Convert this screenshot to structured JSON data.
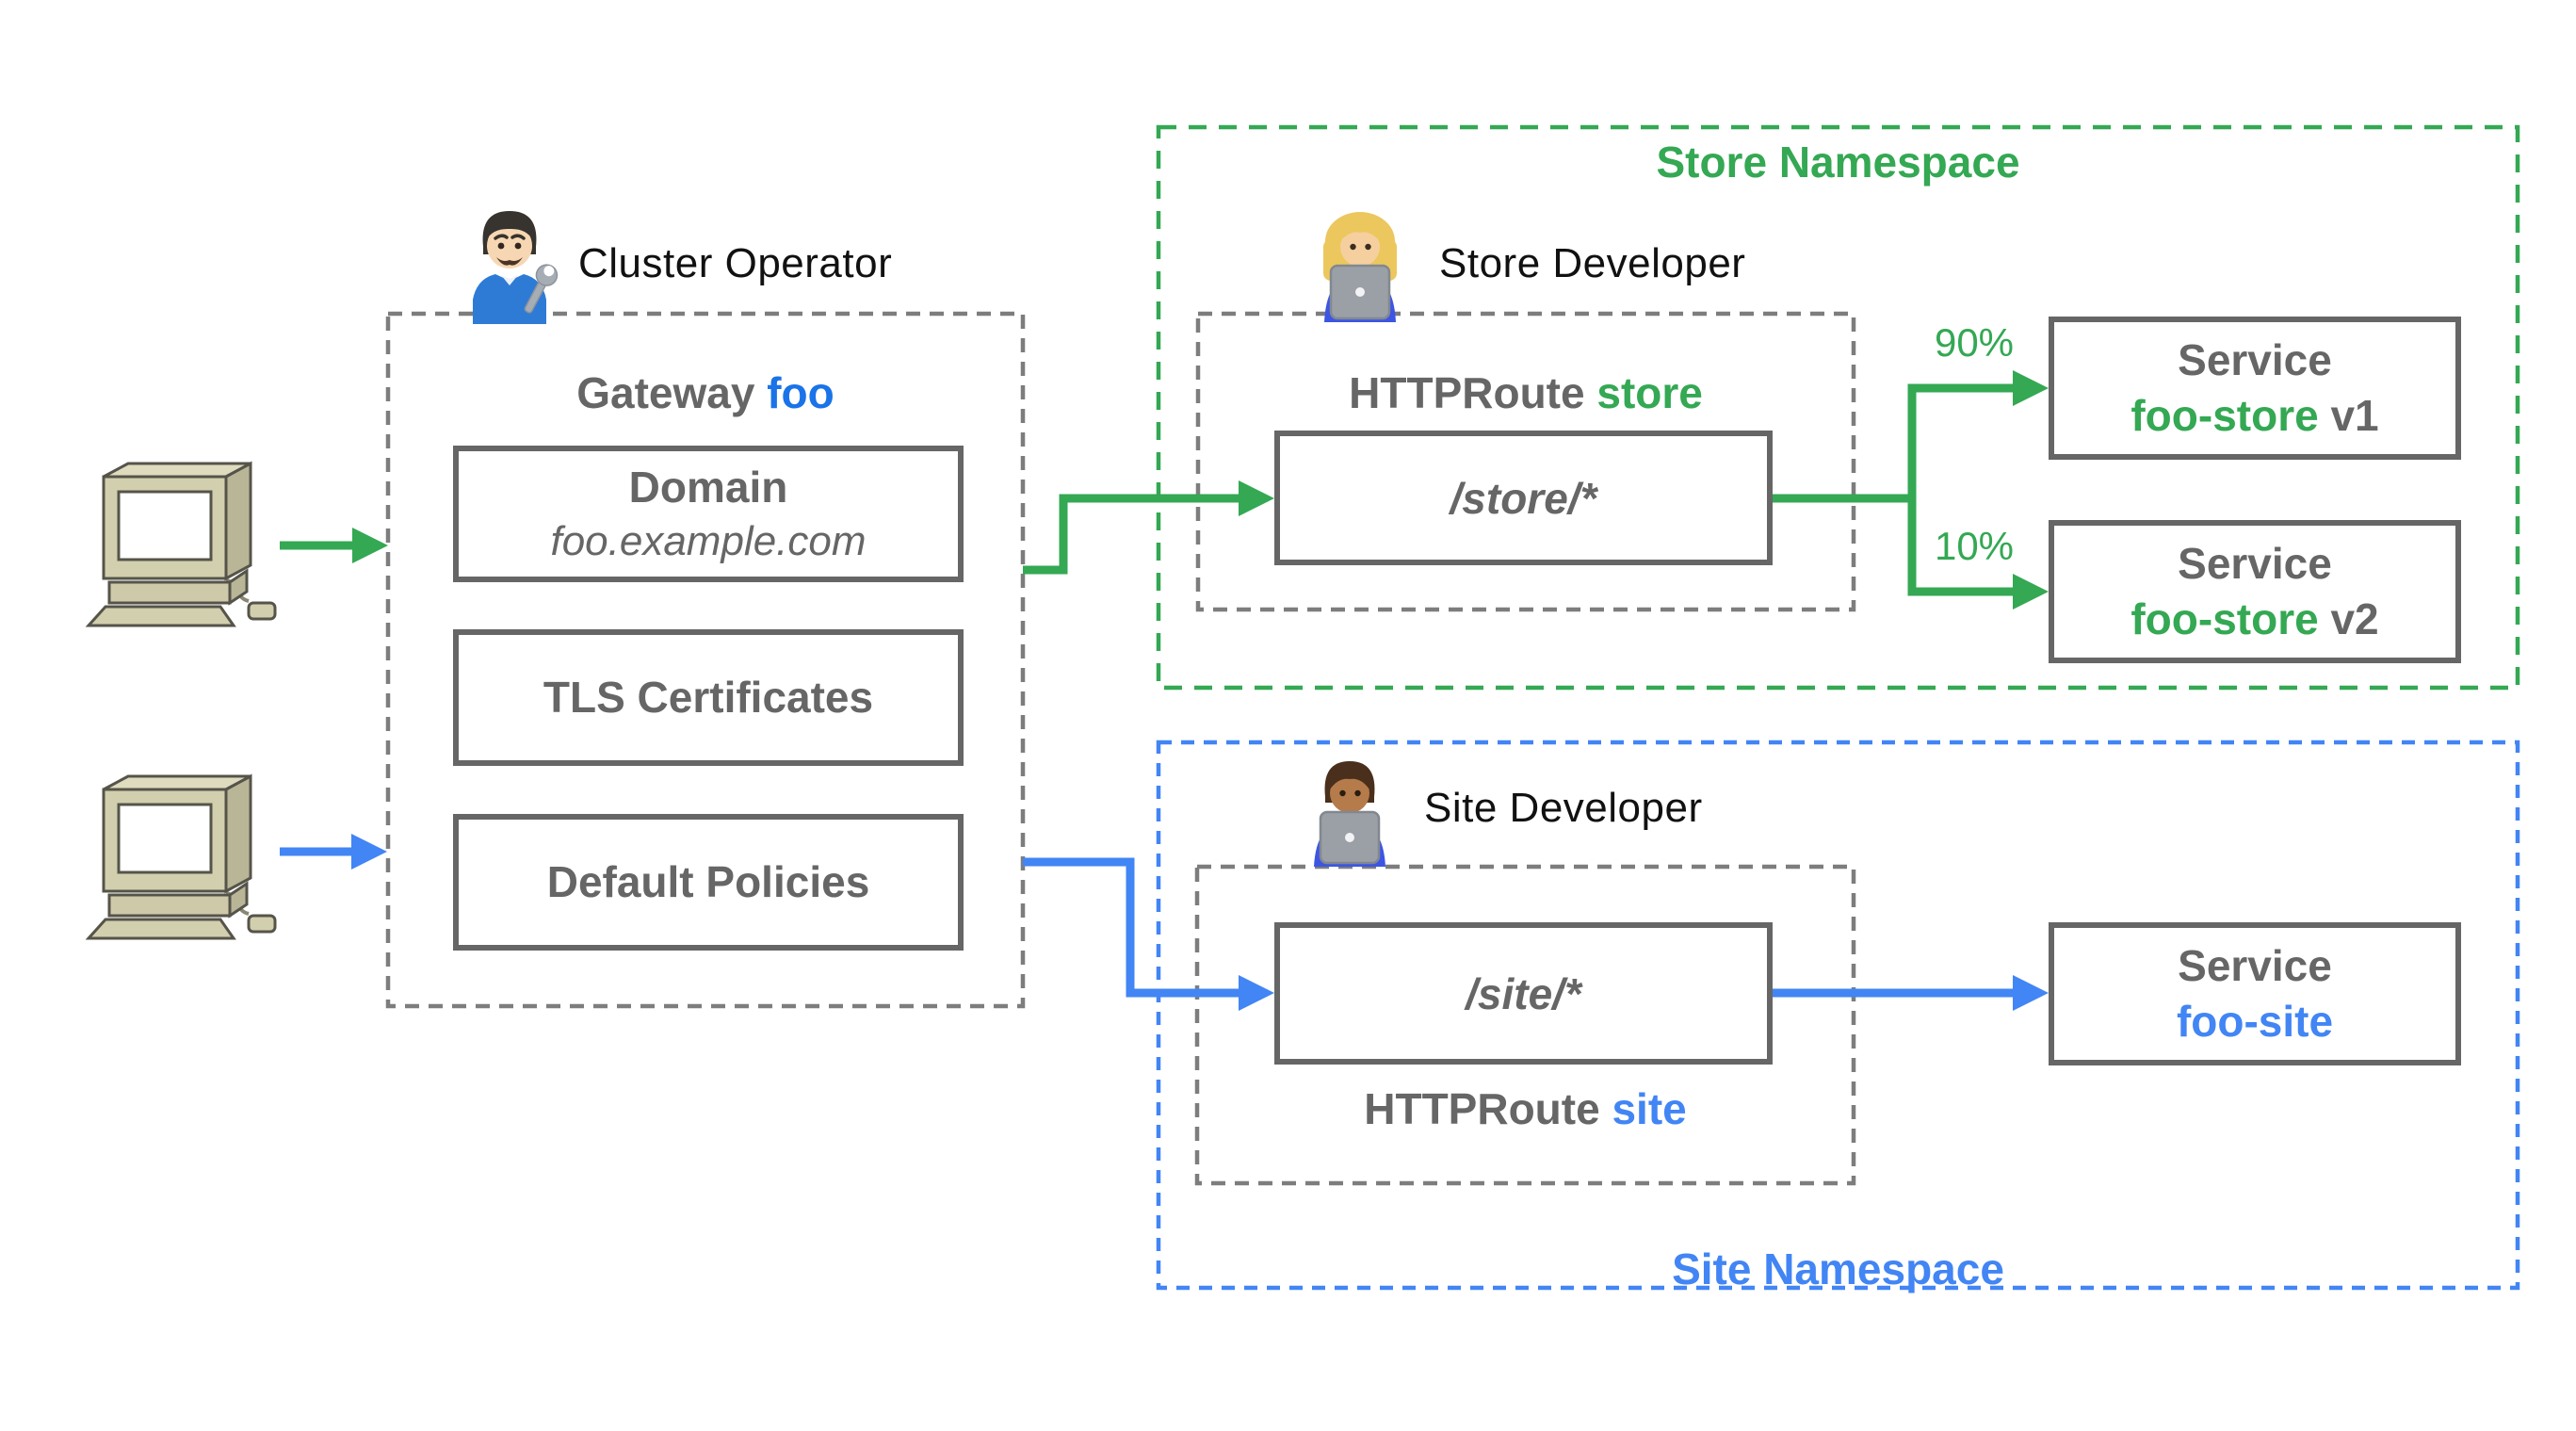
{
  "diagram": {
    "clients": {
      "icon": "retro-computer-icon",
      "count": "2"
    },
    "gateway": {
      "operator_label": "Cluster Operator",
      "operator_icon": "man-mechanic-emoji",
      "title_prefix": "Gateway ",
      "title_accent": "foo",
      "domain_label": "Domain",
      "domain_value": "foo.example.com",
      "tls_label": "TLS Certificates",
      "policies_label": "Default Policies"
    },
    "store_namespace": {
      "title": "Store Namespace",
      "developer_label": "Store Developer",
      "developer_icon": "woman-technologist-emoji",
      "route_prefix": "HTTPRoute ",
      "route_accent": "store",
      "route_path": "/store/*",
      "weight_v1": "90%",
      "weight_v2": "10%",
      "services": [
        {
          "label": "Service",
          "name": "foo-store",
          "suffix": " v1"
        },
        {
          "label": "Service",
          "name": "foo-store",
          "suffix": " v2"
        }
      ]
    },
    "site_namespace": {
      "title": "Site Namespace",
      "developer_label": "Site Developer",
      "developer_icon": "man-technologist-emoji",
      "route_prefix": "HTTPRoute ",
      "route_accent": "site",
      "route_path": "/site/*",
      "service": {
        "label": "Service",
        "name": "foo-site"
      }
    },
    "colors": {
      "green": "#34a853",
      "blue": "#4285f4",
      "gateway_accent_blue": "#1a73e8",
      "gray": "#666666",
      "text_black": "#111111",
      "dashed_gray": "#7d7d7d"
    }
  }
}
